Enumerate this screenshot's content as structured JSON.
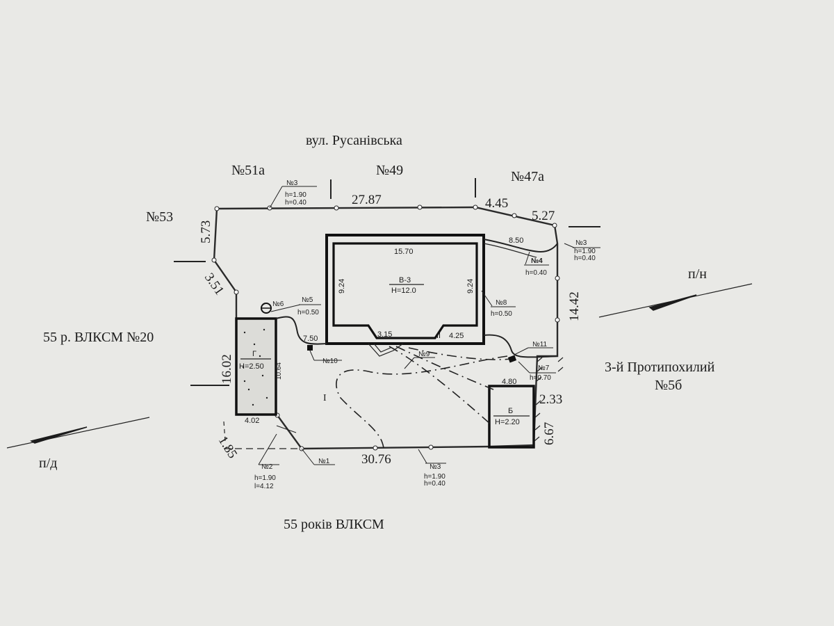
{
  "streets": {
    "north": "вул. Русанівська",
    "south": "55 років ВЛКСМ"
  },
  "neighbors": {
    "n53": "№53",
    "n51a": "№51а",
    "n49": "№49",
    "n47a": "№47а",
    "west": "55 р. ВЛКСМ №20",
    "east_line1": "3-й Протипохилий",
    "east_line2": "№5б"
  },
  "compass": {
    "ne": "п/н",
    "sw": "п/д"
  },
  "dimensions": {
    "north": "27.87",
    "ne1": "4.45",
    "ne2": "5.27",
    "west_top": "5.73",
    "west_diag": "3.51",
    "west_long": "16.02",
    "south": "30.76",
    "sw": "1.85",
    "east": "14.42",
    "east_b1": "2.33",
    "east_b2": "6.67"
  },
  "building_v": {
    "label": "В-3",
    "height": "Н=12.0",
    "top": "15.70",
    "left": "9.24",
    "right": "9.24",
    "bottom_notch": "3.15",
    "floor": "II",
    "bottom_right": "4.25"
  },
  "building_g": {
    "label": "Г",
    "height": "Н=2.50",
    "side": "10.64",
    "bottom": "4.02"
  },
  "building_b": {
    "label": "Б",
    "height": "Н=2.20",
    "top": "4.80"
  },
  "yard": {
    "label": "I"
  },
  "walkway": {
    "length": "8.50",
    "mid": "7.50"
  },
  "features": {
    "f1": "№1",
    "f2": "№2",
    "f2_h": "h=1.90",
    "f2_l": "l=4.12",
    "f3": "№3",
    "f3_h": "h=1.90",
    "f3_h2": "h=0.40",
    "f4": "№4",
    "f4_h": "h=0.40",
    "f5": "№5",
    "f5_h": "h=0.50",
    "f6": "№6",
    "f7": "№7",
    "f7_h": "h=0.70",
    "f8": "№8",
    "f8_h": "h=0.50",
    "f9": "№9",
    "f10": "№10",
    "f11": "№11"
  }
}
